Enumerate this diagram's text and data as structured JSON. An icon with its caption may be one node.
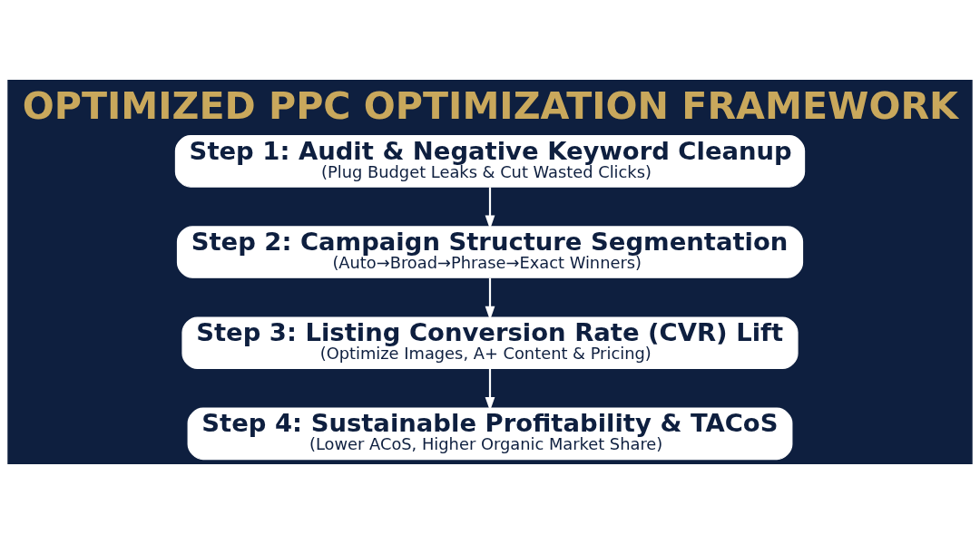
{
  "diagram": {
    "title": "OPTIMIZED PPC OPTIMIZATION FRAMEWORK",
    "nodes": [
      {
        "text": [
          "Step 1: Audit & Negative Keyword Cleanup",
          "(Plug Budget Leaks & Cut Wasted Clicks)"
        ]
      },
      {
        "text": [
          "Step 2: Campaign Structure Segmentation",
          "(Auto→Broad→Phrase→Exact Winners)"
        ]
      },
      {
        "text": [
          "Step 3: Listing Conversion Rate (CVR) Lift",
          "(Optimize Images, A+ Content & Pricing)"
        ]
      },
      {
        "text": [
          "Step 4: Sustainable Profitability & TACoS",
          "(Lower ACoS, Higher Organic Market Share)"
        ]
      }
    ],
    "edges": [
      {
        "from": 0,
        "to": 1,
        "arrow": "to"
      },
      {
        "from": 1,
        "to": 2,
        "arrow": "to"
      },
      {
        "from": 2,
        "to": 3,
        "arrow": "to"
      }
    ]
  }
}
